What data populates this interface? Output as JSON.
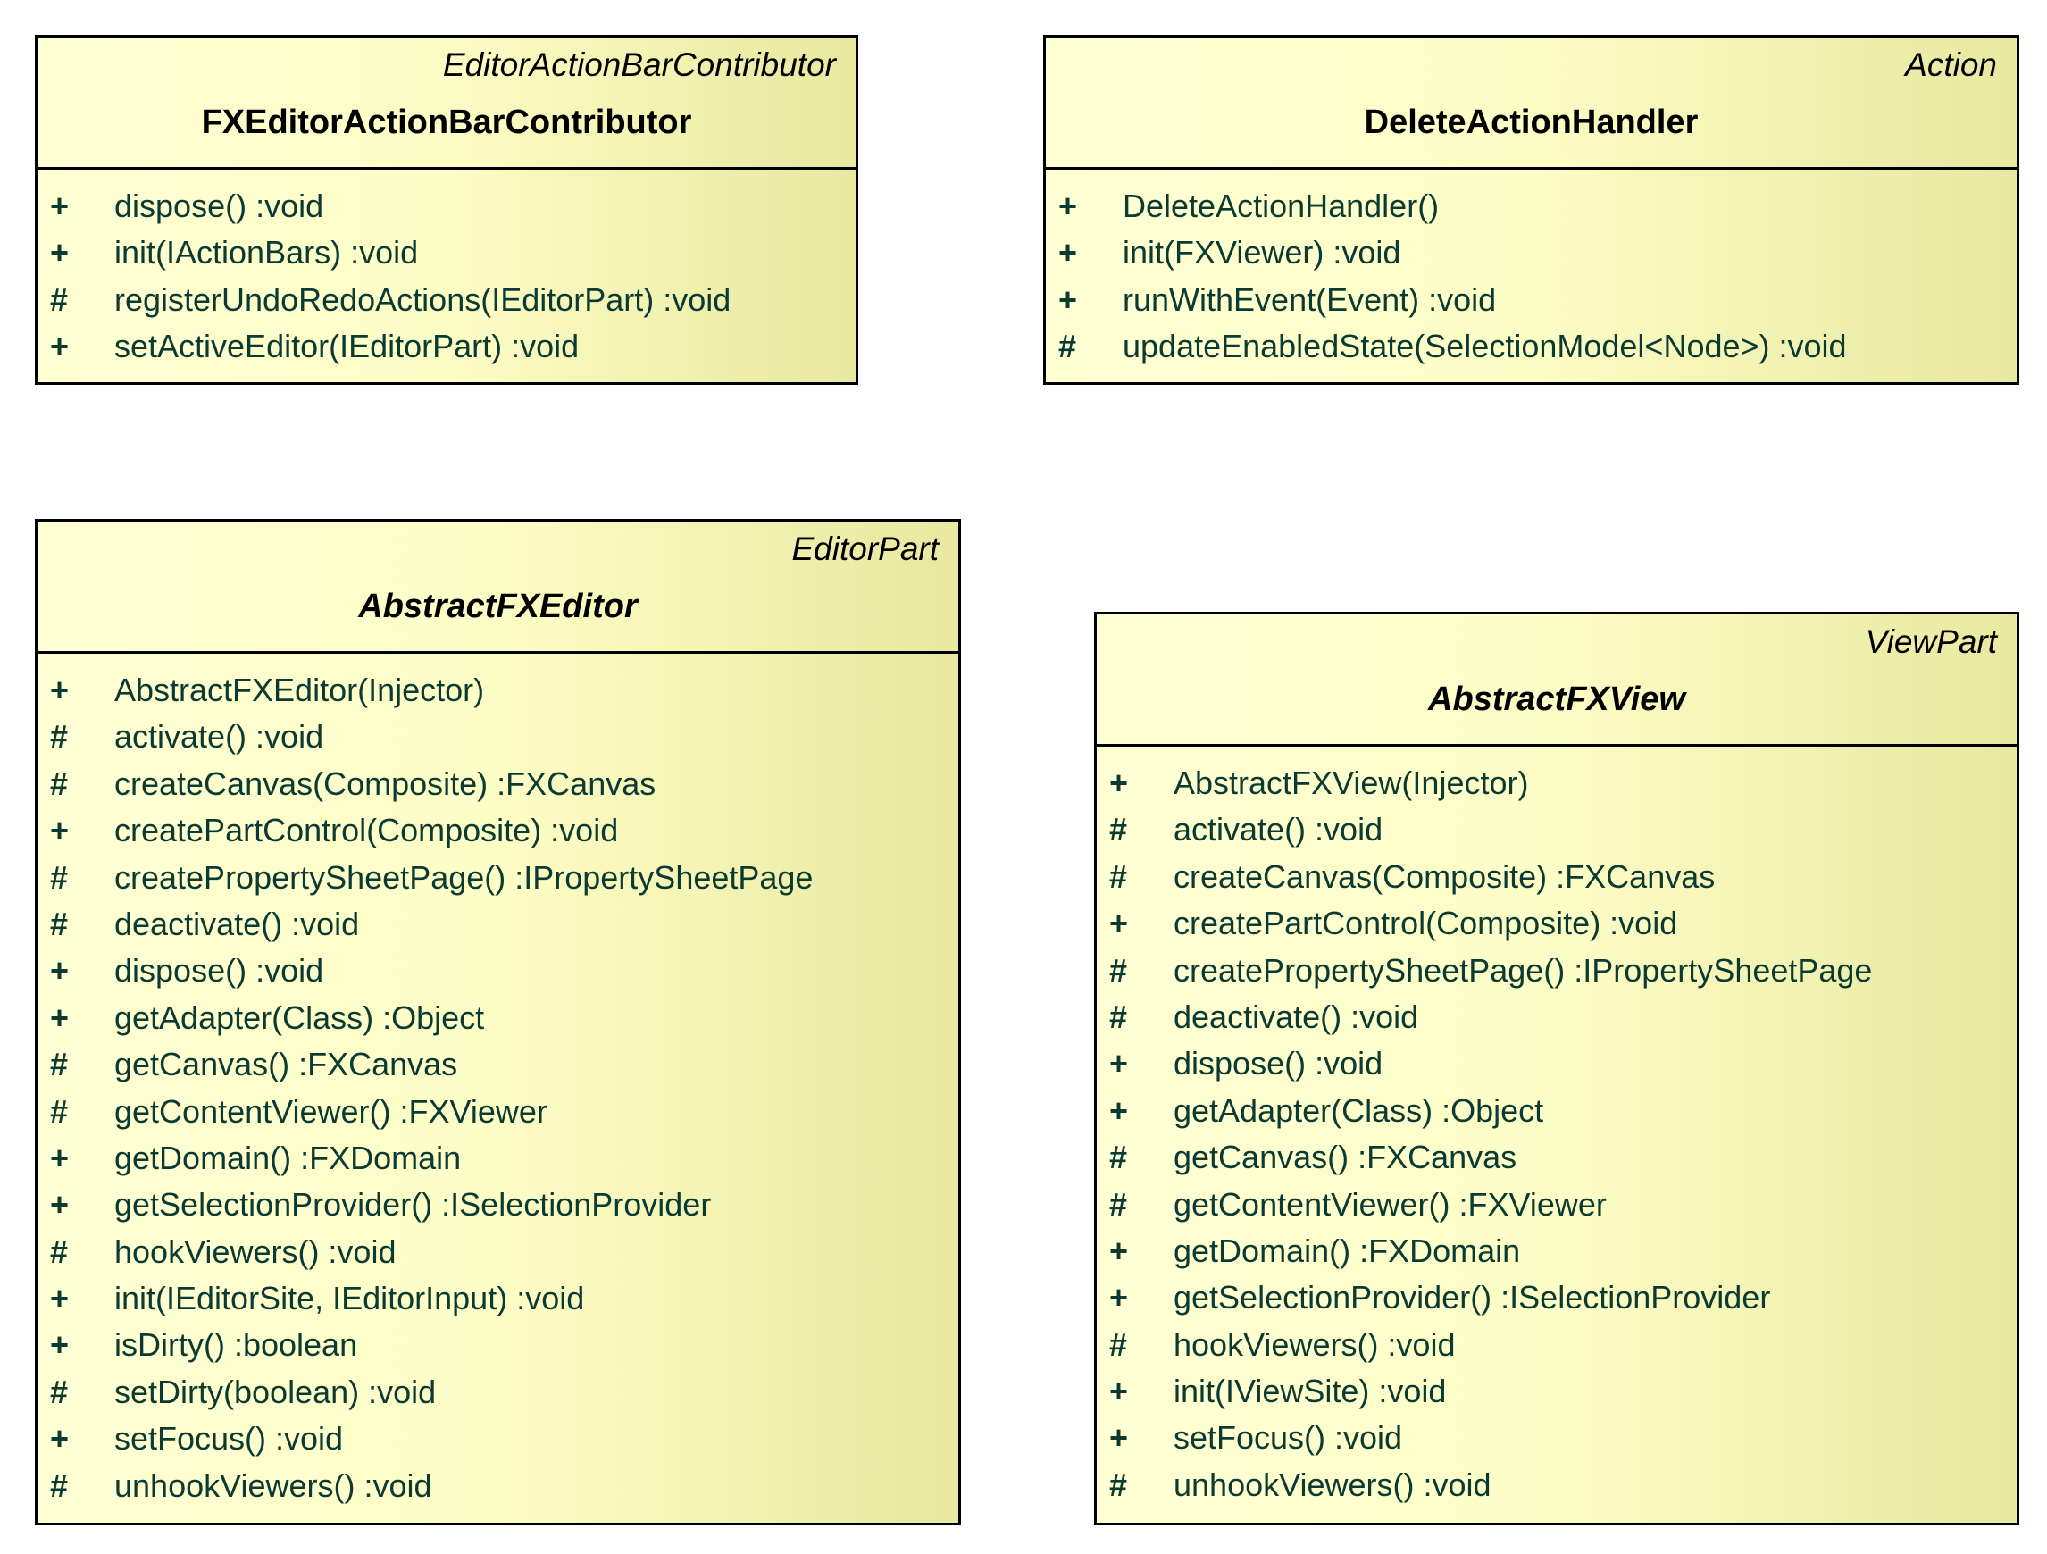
{
  "classes": [
    {
      "id": "fx-editor-action-bar-contributor",
      "stereotype": "EditorActionBarContributor",
      "name": "FXEditorActionBarContributor",
      "abstract": false,
      "members": [
        {
          "visibility": "+",
          "signature": "dispose()  :void"
        },
        {
          "visibility": "+",
          "signature": "init(IActionBars)  :void"
        },
        {
          "visibility": "#",
          "signature": "registerUndoRedoActions(IEditorPart)  :void"
        },
        {
          "visibility": "+",
          "signature": "setActiveEditor(IEditorPart)  :void"
        }
      ]
    },
    {
      "id": "delete-action-handler",
      "stereotype": "Action",
      "name": "DeleteActionHandler",
      "abstract": false,
      "members": [
        {
          "visibility": "+",
          "signature": "DeleteActionHandler()"
        },
        {
          "visibility": "+",
          "signature": "init(FXViewer)  :void"
        },
        {
          "visibility": "+",
          "signature": "runWithEvent(Event)  :void"
        },
        {
          "visibility": "#",
          "signature": "updateEnabledState(SelectionModel<Node>)  :void"
        }
      ]
    },
    {
      "id": "abstract-fx-editor",
      "stereotype": "EditorPart",
      "name": "AbstractFXEditor",
      "abstract": true,
      "members": [
        {
          "visibility": "+",
          "signature": "AbstractFXEditor(Injector)"
        },
        {
          "visibility": "#",
          "signature": "activate()  :void"
        },
        {
          "visibility": "#",
          "signature": "createCanvas(Composite)  :FXCanvas"
        },
        {
          "visibility": "+",
          "signature": "createPartControl(Composite)  :void"
        },
        {
          "visibility": "#",
          "signature": "createPropertySheetPage()  :IPropertySheetPage"
        },
        {
          "visibility": "#",
          "signature": "deactivate()  :void"
        },
        {
          "visibility": "+",
          "signature": "dispose()  :void"
        },
        {
          "visibility": "+",
          "signature": "getAdapter(Class)  :Object"
        },
        {
          "visibility": "#",
          "signature": "getCanvas()  :FXCanvas"
        },
        {
          "visibility": "#",
          "signature": "getContentViewer()  :FXViewer"
        },
        {
          "visibility": "+",
          "signature": "getDomain()  :FXDomain"
        },
        {
          "visibility": "+",
          "signature": "getSelectionProvider()  :ISelectionProvider"
        },
        {
          "visibility": "#",
          "signature": "hookViewers()  :void"
        },
        {
          "visibility": "+",
          "signature": "init(IEditorSite, IEditorInput)  :void"
        },
        {
          "visibility": "+",
          "signature": "isDirty()  :boolean"
        },
        {
          "visibility": "#",
          "signature": "setDirty(boolean)  :void"
        },
        {
          "visibility": "+",
          "signature": "setFocus()  :void"
        },
        {
          "visibility": "#",
          "signature": "unhookViewers()  :void"
        }
      ]
    },
    {
      "id": "abstract-fx-view",
      "stereotype": "ViewPart",
      "name": "AbstractFXView",
      "abstract": true,
      "members": [
        {
          "visibility": "+",
          "signature": "AbstractFXView(Injector)"
        },
        {
          "visibility": "#",
          "signature": "activate()  :void"
        },
        {
          "visibility": "#",
          "signature": "createCanvas(Composite)  :FXCanvas"
        },
        {
          "visibility": "+",
          "signature": "createPartControl(Composite)  :void"
        },
        {
          "visibility": "#",
          "signature": "createPropertySheetPage()  :IPropertySheetPage"
        },
        {
          "visibility": "#",
          "signature": "deactivate()  :void"
        },
        {
          "visibility": "+",
          "signature": "dispose()  :void"
        },
        {
          "visibility": "+",
          "signature": "getAdapter(Class)  :Object"
        },
        {
          "visibility": "#",
          "signature": "getCanvas()  :FXCanvas"
        },
        {
          "visibility": "#",
          "signature": "getContentViewer()  :FXViewer"
        },
        {
          "visibility": "+",
          "signature": "getDomain()  :FXDomain"
        },
        {
          "visibility": "+",
          "signature": "getSelectionProvider()  :ISelectionProvider"
        },
        {
          "visibility": "#",
          "signature": "hookViewers()  :void"
        },
        {
          "visibility": "+",
          "signature": "init(IViewSite)  :void"
        },
        {
          "visibility": "+",
          "signature": "setFocus()  :void"
        },
        {
          "visibility": "#",
          "signature": "unhookViewers()  :void"
        }
      ]
    }
  ]
}
